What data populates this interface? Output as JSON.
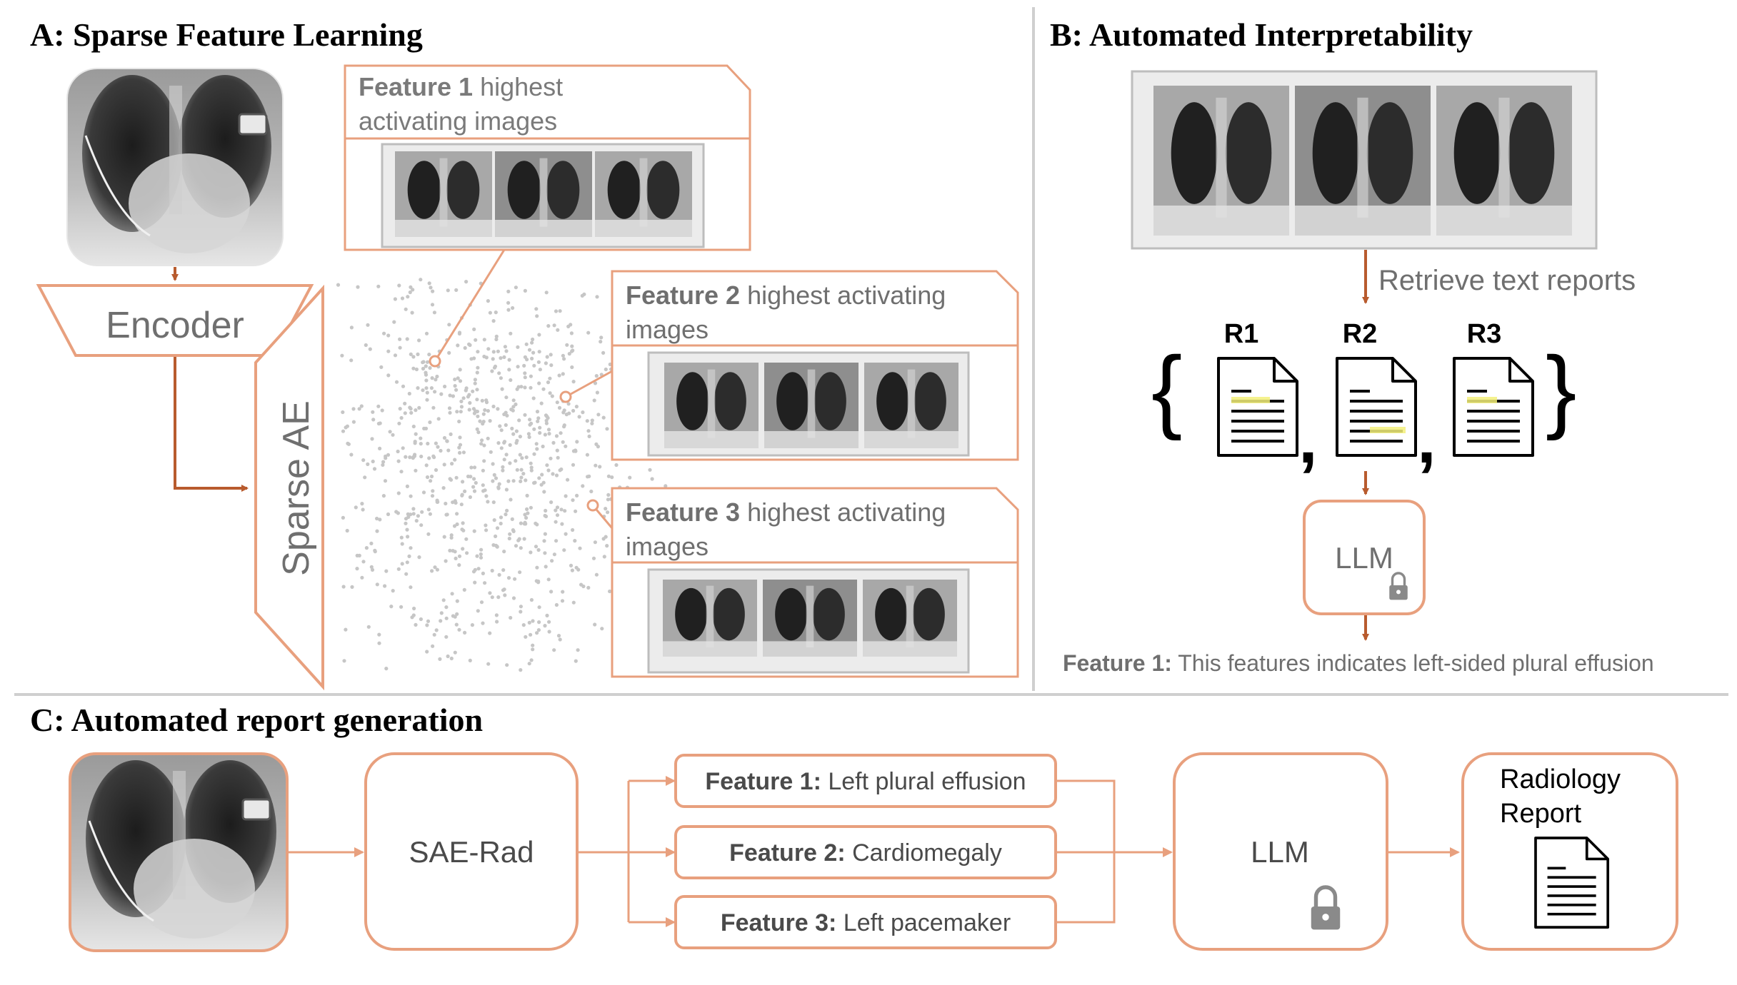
{
  "colors": {
    "accent": "#e8a07e",
    "arrow": "#b85b2e",
    "text_gray": "#6f6f6f",
    "divider": "#cfcfcf",
    "highlight": "#f3f07a"
  },
  "panel_a": {
    "title": "A: Sparse Feature Learning",
    "encoder_label": "Encoder",
    "sparse_ae_label": "Sparse AE",
    "features": [
      {
        "bold": "Feature 1",
        "rest": " highest",
        "line2": "activating images"
      },
      {
        "bold": "Feature 2",
        "rest": " highest activating",
        "line2": "images"
      },
      {
        "bold": "Feature 3",
        "rest": " highest activating",
        "line2": "images"
      }
    ]
  },
  "panel_b": {
    "title": "B: Automated Interpretability",
    "retrieve_label": "Retrieve text reports",
    "reports": [
      "R1",
      "R2",
      "R3"
    ],
    "brace_open": "{",
    "brace_close": "}",
    "comma": ",",
    "llm_label": "LLM",
    "result_bold": "Feature 1:",
    "result_text": " This features indicates left-sided plural effusion"
  },
  "panel_c": {
    "title": "C: Automated report generation",
    "sae_label": "SAE-Rad",
    "features": [
      {
        "bold": "Feature 1:",
        "text": " Left plural effusion"
      },
      {
        "bold": "Feature 2:",
        "text": " Cardiomegaly"
      },
      {
        "bold": "Feature 3:",
        "text": " Left pacemaker"
      }
    ],
    "llm_label": "LLM",
    "report_line1": "Radiology",
    "report_line2": "Report"
  },
  "icons": {
    "xray": "chest-xray-image",
    "document": "document-icon",
    "lock": "lock-icon",
    "scatter": "feature-scatter-plot"
  }
}
